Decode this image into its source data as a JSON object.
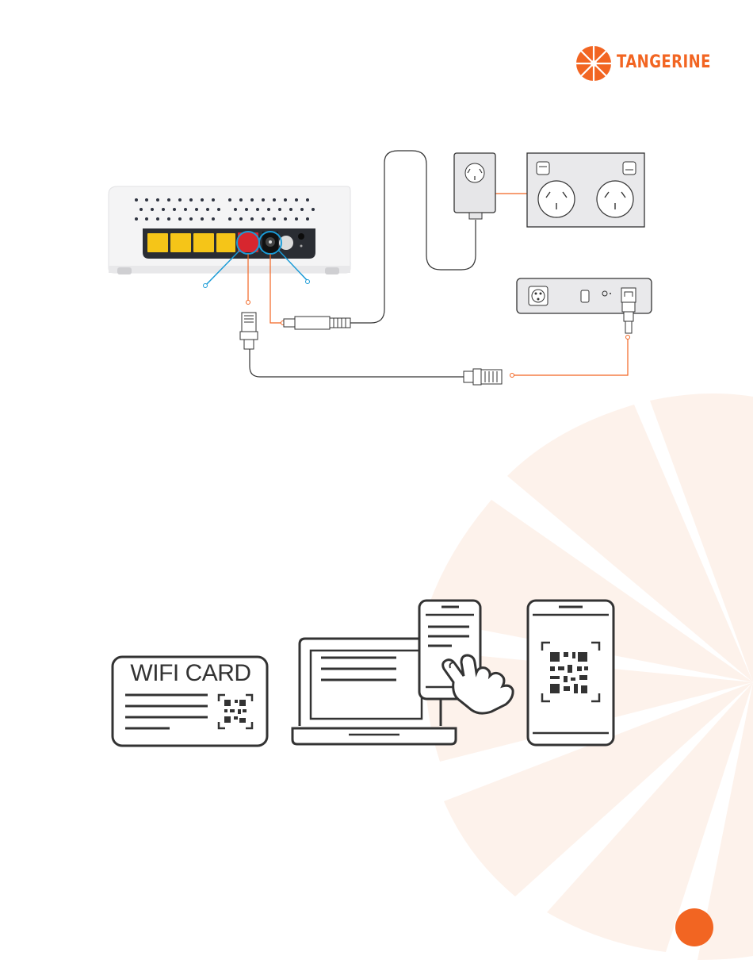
{
  "brand": {
    "name": "TANGERINE",
    "color": "#f26522",
    "icon": "tangerine-slice-logo-icon"
  },
  "diagram": {
    "devices": [
      "modem-router",
      "power-adapter",
      "wall-power-outlet",
      "nbn-connection-box"
    ],
    "cables": [
      "power-cable",
      "network-cable"
    ],
    "leader_color": "#f26522",
    "highlight_color": "#1a9bd7"
  },
  "wifi_steps": {
    "card_title": "WIFI CARD",
    "icons": [
      "wifi-card-icon",
      "laptop-icon",
      "tap-phone-icon",
      "qr-scan-phone-icon"
    ]
  },
  "colors": {
    "lan_port": "#f5c518",
    "wan_port": "#d7262f",
    "line": "#333333",
    "watermark": "#fdf1ea"
  }
}
